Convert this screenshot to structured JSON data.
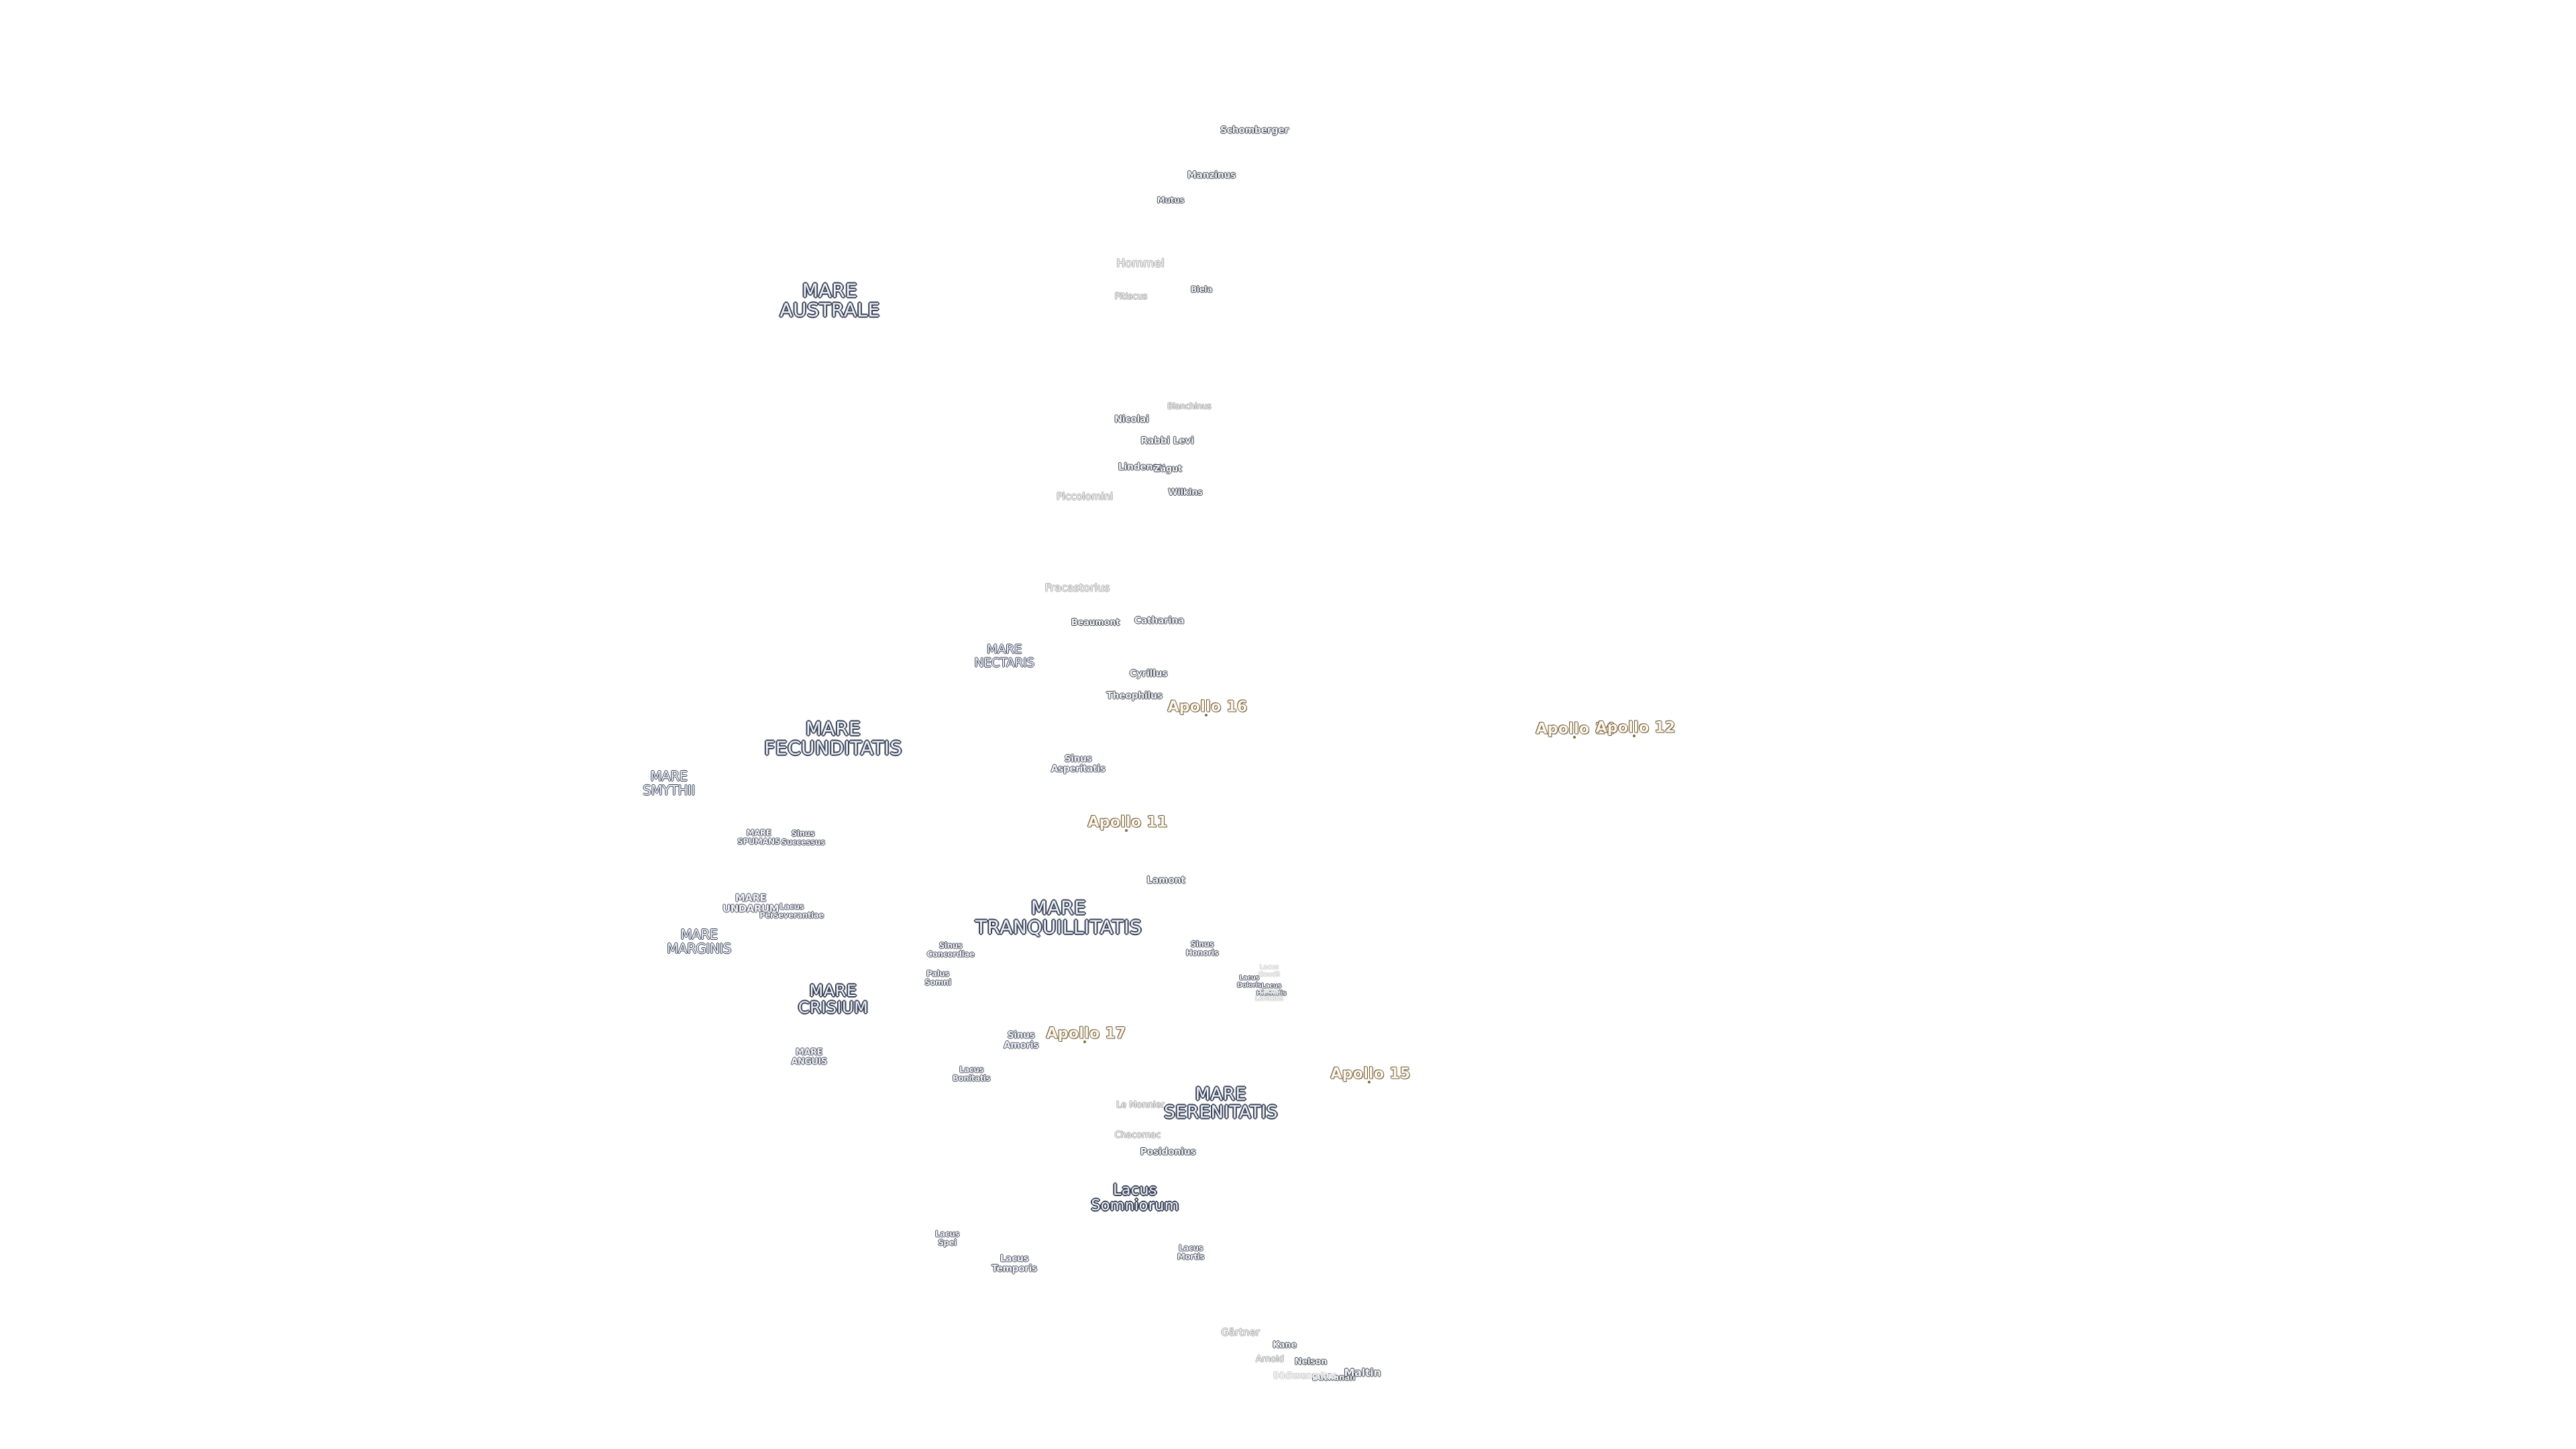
{
  "map": {
    "maria": [
      {
        "id": "mare-australe",
        "text": "MARE\nAUSTRALE"
      },
      {
        "id": "mare-nectaris",
        "text": "MARE\nNECTARIS"
      },
      {
        "id": "mare-fecunditatis",
        "text": "MARE\nFECUNDITATIS"
      },
      {
        "id": "mare-smythii",
        "text": "MARE\nSMYTHII"
      },
      {
        "id": "mare-tranquillitatis",
        "text": "MARE\nTRANQUILLITATIS"
      },
      {
        "id": "mare-marginis",
        "text": "MARE\nMARGINIS"
      },
      {
        "id": "mare-crisium",
        "text": "MARE\nCRISIUM"
      },
      {
        "id": "mare-serenitatis",
        "text": "MARE\nSERENITATIS"
      },
      {
        "id": "lacus-somniorum",
        "text": "Lacus\nSomniorum"
      }
    ],
    "small_features": [
      {
        "id": "mare-spumans",
        "text": "MARE\nSPUMANS"
      },
      {
        "id": "sinus-successus",
        "text": "Sinus\nSuccessus"
      },
      {
        "id": "mare-undarum",
        "text": "MARE\nUNDARUM"
      },
      {
        "id": "lacus-perseverantiae",
        "text": "Lacus\nPerseverantiae"
      },
      {
        "id": "sinus-asperitatis",
        "text": "Sinus\nAsperitatis"
      },
      {
        "id": "sinus-concordiae",
        "text": "Sinus\nConcordiae"
      },
      {
        "id": "palus-somni",
        "text": "Palus\nSomni"
      },
      {
        "id": "sinus-honoris",
        "text": "Sinus\nHonoris"
      },
      {
        "id": "sinus-amoris",
        "text": "Sinus\nAmoris"
      },
      {
        "id": "mare-anguis",
        "text": "MARE\nANGUIS"
      },
      {
        "id": "lacus-bonitatis",
        "text": "Lacus\nBonitatis"
      },
      {
        "id": "lacus-spei",
        "text": "Lacus\nSpei"
      },
      {
        "id": "lacus-temporis",
        "text": "Lacus\nTemporis"
      },
      {
        "id": "lacus-mortis",
        "text": "Lacus\nMortis"
      },
      {
        "id": "lacus-doloris",
        "text": "Lacus\nDoloris"
      },
      {
        "id": "lacus-gaudii",
        "text": "Lacus\nGaudii"
      },
      {
        "id": "lacus-hiemalis",
        "text": "Lacus\nHiemalis"
      },
      {
        "id": "lacus-lenitatis",
        "text": "Lacus\nLenitatis"
      }
    ],
    "craters": [
      {
        "id": "schomberger",
        "text": "Schomberger"
      },
      {
        "id": "manzinus",
        "text": "Manzinus"
      },
      {
        "id": "mutus",
        "text": "Mutus"
      },
      {
        "id": "biela",
        "text": "Biela"
      },
      {
        "id": "blancanus-nicolai",
        "text": "Nicolai"
      },
      {
        "id": "rabbi-levi",
        "text": "Rabbi Levi"
      },
      {
        "id": "lindenau",
        "text": "Lindenau"
      },
      {
        "id": "zagut",
        "text": "Zagut"
      },
      {
        "id": "wilkins",
        "text": "Wilkins"
      },
      {
        "id": "beaumont",
        "text": "Beaumont"
      },
      {
        "id": "catharina",
        "text": "Catharina"
      },
      {
        "id": "cyrillus",
        "text": "Cyrillus"
      },
      {
        "id": "theophilus",
        "text": "Theophilus"
      },
      {
        "id": "lamont",
        "text": "Lamont"
      },
      {
        "id": "posidonius",
        "text": "Posidonius"
      },
      {
        "id": "buchner",
        "text": "Büchner"
      },
      {
        "id": "kane",
        "text": "Kane"
      },
      {
        "id": "nelson",
        "text": "Nelson"
      },
      {
        "id": "bucherbach",
        "text": "Buchanan"
      },
      {
        "id": "maltin",
        "text": "Maltin"
      }
    ],
    "faint_craters": [
      {
        "id": "hommel",
        "text": "Hommel"
      },
      {
        "id": "pitiscus",
        "text": "Pitiscus"
      },
      {
        "id": "blanchinus",
        "text": "Blanchinus"
      },
      {
        "id": "piccolomini",
        "text": "Piccolomini"
      },
      {
        "id": "fracastorius",
        "text": "Fracastorius"
      },
      {
        "id": "le-monnier",
        "text": "Le Monnier"
      },
      {
        "id": "chacornac",
        "text": "Chacornac"
      },
      {
        "id": "gartner",
        "text": "Gärtner"
      },
      {
        "id": "arnold",
        "text": "Arnold"
      }
    ],
    "ghost_craters": [
      {
        "id": "democritus",
        "text": "Democritus"
      }
    ],
    "apollo_sites": [
      {
        "id": "apollo-16",
        "text": "Apollo 16"
      },
      {
        "id": "apollo-14",
        "text": "Apollo 14"
      },
      {
        "id": "apollo-12",
        "text": "Apollo 12"
      },
      {
        "id": "apollo-11",
        "text": "Apollo 11"
      },
      {
        "id": "apollo-17",
        "text": "Apollo 17"
      },
      {
        "id": "apollo-15",
        "text": "Apollo 15"
      }
    ]
  }
}
